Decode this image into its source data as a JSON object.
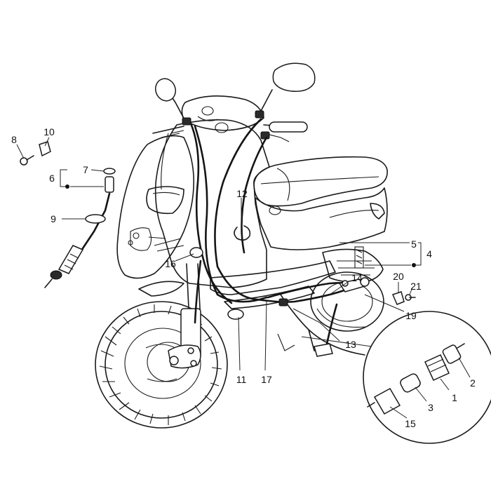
{
  "callouts": [
    {
      "id": "1",
      "text": "1"
    },
    {
      "id": "2",
      "text": "2"
    },
    {
      "id": "3",
      "text": "3"
    },
    {
      "id": "4",
      "text": "4"
    },
    {
      "id": "5",
      "text": "5"
    },
    {
      "id": "6",
      "text": "6"
    },
    {
      "id": "7",
      "text": "7"
    },
    {
      "id": "8",
      "text": "8"
    },
    {
      "id": "9",
      "text": "9"
    },
    {
      "id": "10",
      "text": "10"
    },
    {
      "id": "11",
      "text": "11"
    },
    {
      "id": "12",
      "text": "12"
    },
    {
      "id": "13",
      "text": "13"
    },
    {
      "id": "14",
      "text": "14"
    },
    {
      "id": "15",
      "text": "15"
    },
    {
      "id": "16",
      "text": "16"
    },
    {
      "id": "17",
      "text": "17"
    },
    {
      "id": "19",
      "text": "19"
    },
    {
      "id": "20",
      "text": "20"
    },
    {
      "id": "21",
      "text": "21"
    }
  ]
}
